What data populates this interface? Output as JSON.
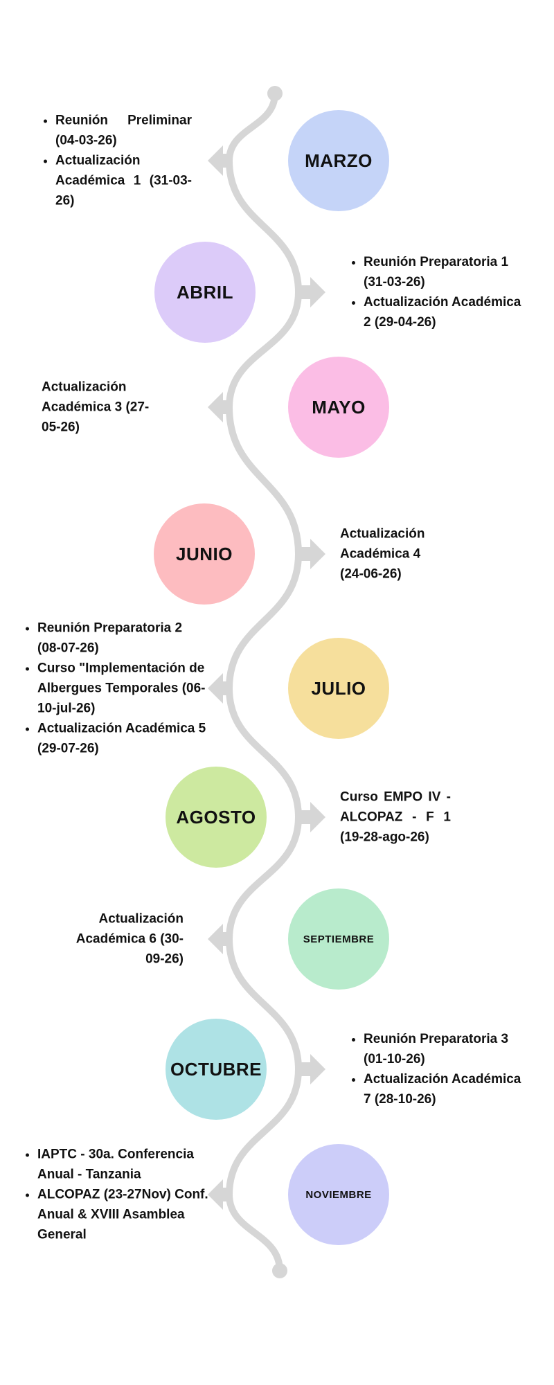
{
  "months": [
    {
      "name": "MARZO",
      "color": "#c5d4f8",
      "side": "left",
      "events": [
        "Reunión Preliminar (04-03-26)",
        "Actualización Académica 1 (31-03-26)"
      ],
      "bulleted": true
    },
    {
      "name": "ABRIL",
      "color": "#dccbf9",
      "side": "right",
      "events": [
        "Reunión Preparatoria 1 (31-03-26)",
        "Actualización Académica 2 (29-04-26)"
      ],
      "bulleted": true
    },
    {
      "name": "MAYO",
      "color": "#fbbde5",
      "side": "left",
      "events": [
        "Actualización Académica 3 (27-05-26)"
      ],
      "bulleted": false
    },
    {
      "name": "JUNIO",
      "color": "#fdbcc0",
      "side": "right",
      "events": [
        "Actualización Académica 4 (24-06-26)"
      ],
      "bulleted": false
    },
    {
      "name": "JULIO",
      "color": "#f6df9c",
      "side": "left",
      "events": [
        "Reunión Preparatoria 2 (08-07-26)",
        "Curso \"Implementación de Albergues Temporales (06-10-jul-26)",
        "Actualización Académica 5 (29-07-26)"
      ],
      "bulleted": true
    },
    {
      "name": "AGOSTO",
      "color": "#cde9a0",
      "side": "right",
      "events": [
        "Curso EMPO IV - ALCOPAZ - F 1 (19-28-ago-26)"
      ],
      "bulleted": false
    },
    {
      "name": "SEPTIEMBRE",
      "color": "#b8ebcc",
      "side": "left",
      "events": [
        "Actualización Académica 6 (30-09-26)"
      ],
      "bulleted": false
    },
    {
      "name": "OCTUBRE",
      "color": "#aee2e5",
      "side": "right",
      "events": [
        "Reunión Preparatoria 3 (01-10-26)",
        "Actualización Académica 7 (28-10-26)"
      ],
      "bulleted": true
    },
    {
      "name": "NOVIEMBRE",
      "color": "#cccdf9",
      "side": "left",
      "events": [
        "IAPTC - 30a. Conferencia Anual - Tanzania",
        "ALCOPAZ (23-27Nov) Conf. Anual & XVIII Asamblea General"
      ],
      "bulleted": true
    }
  ],
  "colors": {
    "line": "#d6d6d6",
    "text": "#111111"
  }
}
